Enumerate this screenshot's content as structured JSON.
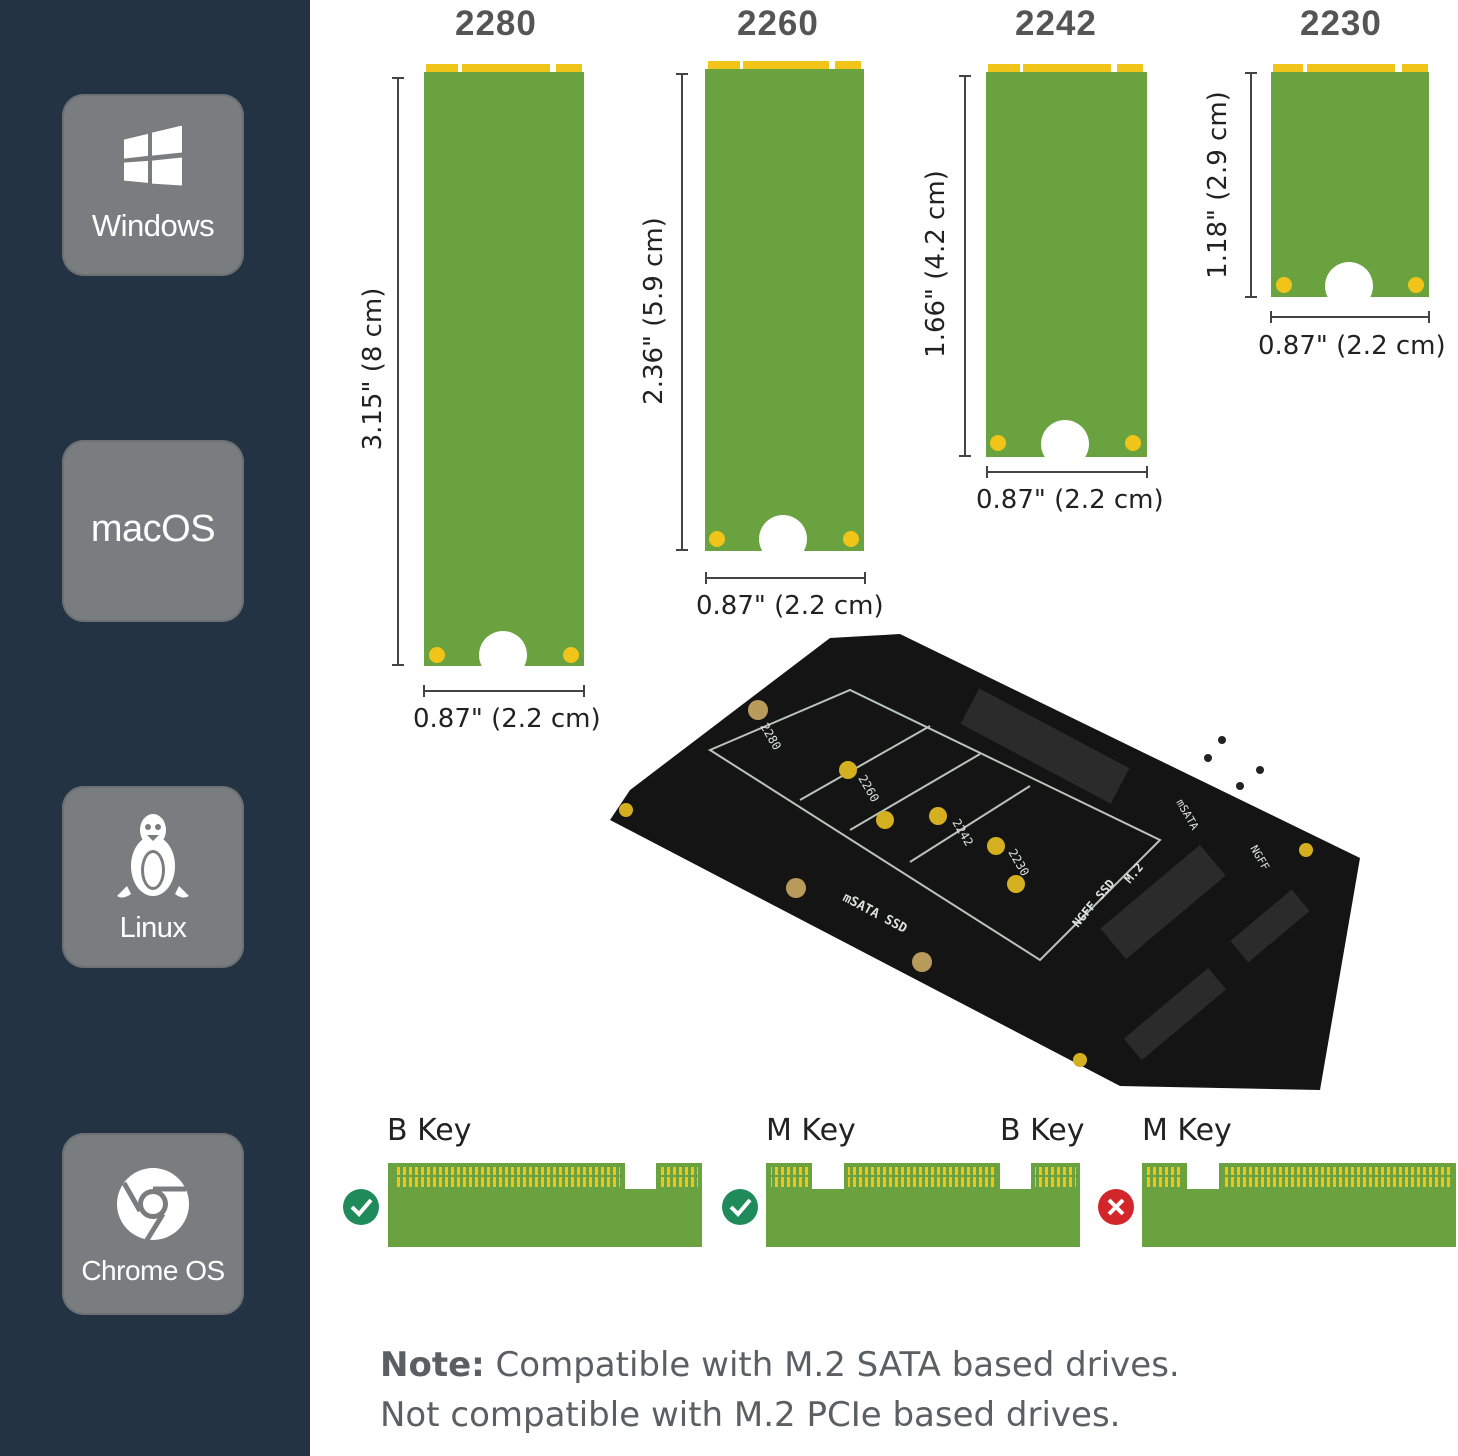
{
  "sidebar": {
    "tiles": [
      {
        "label": "Windows",
        "icon": "windows-logo-icon"
      },
      {
        "label": "macOS",
        "icon": ""
      },
      {
        "label": "Linux",
        "icon": "tux-penguin-icon"
      },
      {
        "label": "Chrome OS",
        "icon": "chrome-logo-icon"
      }
    ]
  },
  "sizes": [
    {
      "model": "2280",
      "length": "3.15\" (8 cm)",
      "width": "0.87\" (2.2 cm)"
    },
    {
      "model": "2260",
      "length": "2.36\" (5.9 cm)",
      "width": "0.87\" (2.2 cm)"
    },
    {
      "model": "2242",
      "length": "1.66\" (4.2 cm)",
      "width": "0.87\" (2.2 cm)"
    },
    {
      "model": "2230",
      "length": "1.18\" (2.9 cm)",
      "width": "0.87\" (2.2 cm)"
    }
  ],
  "board": {
    "silkscreen": [
      "2280",
      "2260",
      "2242",
      "2230",
      "mSATA SSD",
      "NGFF SSD",
      "M.2",
      "NGFF",
      "mSATA"
    ]
  },
  "keys": [
    {
      "labels": [
        "B Key"
      ],
      "compatible": true
    },
    {
      "labels": [
        "M Key",
        "B Key"
      ],
      "compatible": true
    },
    {
      "labels": [
        "M Key"
      ],
      "compatible": false
    }
  ],
  "note": {
    "bold": "Note:",
    "line1": " Compatible with M.2 SATA based drives.",
    "line2": "Not compatible with M.2 PCIe based drives."
  },
  "colors": {
    "sidebar": "#233343",
    "tile": "#7a7d80",
    "pcb_green": "#6aa23f",
    "gold": "#f0c419",
    "check_green": "#1f8a5a",
    "cross_red": "#d2262b"
  }
}
